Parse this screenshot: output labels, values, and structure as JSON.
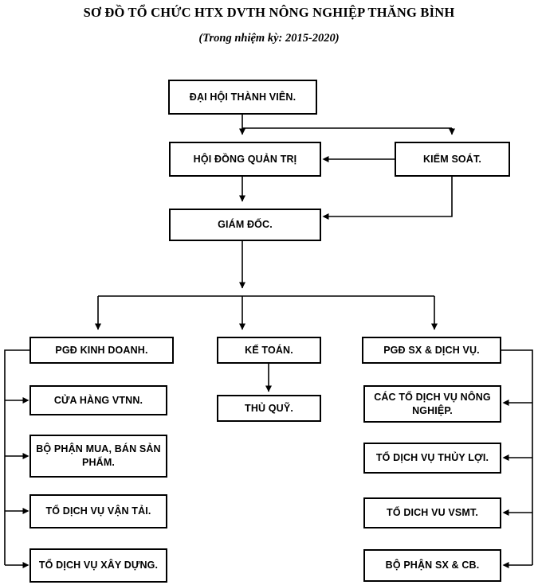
{
  "header": {
    "title": "SƠ ĐỒ TỔ CHỨC HTX DVTH NÔNG NGHIỆP THĂNG BÌNH",
    "subtitle": "(Trong nhiệm kỳ: 2015-2020)"
  },
  "colors": {
    "background": "#ffffff",
    "box_border": "#000000",
    "text": "#000000",
    "connector": "#000000"
  },
  "nodes": {
    "dai_hoi": "ĐẠI HỘI THÀNH VIÊN.",
    "hoi_dong": "HỘI ĐỒNG QUẢN TRỊ",
    "kiem_soat": "KIỂM SOÁT.",
    "giam_doc": "GIÁM ĐỐC.",
    "pgd_kinh_doanh": "PGĐ KINH DOANH.",
    "ke_toan": "KẾ TOÁN.",
    "pgd_sx_dv": "PGĐ SX & DỊCH VỤ.",
    "cua_hang": "CỬA HÀNG VTNN.",
    "bo_phan_mua_ban": "BỘ PHẬN MUA, BÁN SẢN PHẨM.",
    "to_van_tai": "TỔ DỊCH VỤ VẬN TẢI.",
    "to_xay_dung": "TỔ DỊCH VỤ XÂY DỰNG.",
    "thu_quy": "THỦ QUỸ.",
    "cac_to_nong_nghiep": "CÁC TỔ DỊCH VỤ NÔNG NGHIỆP.",
    "to_thuy_loi": "TỔ DỊCH VỤ THỦY LỢI.",
    "to_vsmt": "TỔ DICH VU VSMT.",
    "bo_phan_sx_cb": "BỘ PHẬN SX & CB."
  },
  "chart_data": {
    "type": "diagram",
    "title": "SƠ ĐỒ TỔ CHỨC HTX DVTH NÔNG NGHIỆP THĂNG BÌNH",
    "subtitle": "(Trong nhiệm kỳ: 2015-2020)",
    "levels": [
      {
        "level": 1,
        "nodes": [
          "ĐẠI HỘI THÀNH VIÊN."
        ]
      },
      {
        "level": 2,
        "nodes": [
          "HỘI ĐỒNG QUẢN TRỊ",
          "KIỂM SOÁT."
        ]
      },
      {
        "level": 3,
        "nodes": [
          "GIÁM ĐỐC."
        ]
      },
      {
        "level": 4,
        "nodes": [
          "PGĐ KINH DOANH.",
          "KẾ TOÁN.",
          "PGĐ SX & DỊCH VỤ."
        ]
      },
      {
        "level": 5,
        "nodes": [
          "CỬA HÀNG VTNN.",
          "BỘ PHẬN MUA, BÁN SẢN PHẨM.",
          "TỔ DỊCH VỤ VẬN TẢI.",
          "TỔ DỊCH VỤ XÂY DỰNG.",
          "THỦ QUỸ.",
          "CÁC TỔ DỊCH VỤ NÔNG NGHIỆP.",
          "TỔ DỊCH VỤ THỦY LỢI.",
          "TỔ DICH VU VSMT.",
          "BỘ PHẬN SX & CB."
        ]
      }
    ],
    "edges": [
      {
        "from": "ĐẠI HỘI THÀNH VIÊN.",
        "to": "HỘI ĐỒNG QUẢN TRỊ"
      },
      {
        "from": "ĐẠI HỘI THÀNH VIÊN.",
        "to": "KIỂM SOÁT."
      },
      {
        "from": "KIỂM SOÁT.",
        "to": "HỘI ĐỒNG QUẢN TRỊ"
      },
      {
        "from": "KIỂM SOÁT.",
        "to": "GIÁM ĐỐC."
      },
      {
        "from": "HỘI ĐỒNG QUẢN TRỊ",
        "to": "GIÁM ĐỐC."
      },
      {
        "from": "GIÁM ĐỐC.",
        "to": "PGĐ KINH DOANH."
      },
      {
        "from": "GIÁM ĐỐC.",
        "to": "KẾ TOÁN."
      },
      {
        "from": "GIÁM ĐỐC.",
        "to": "PGĐ SX & DỊCH VỤ."
      },
      {
        "from": "PGĐ KINH DOANH.",
        "to": "CỬA HÀNG VTNN."
      },
      {
        "from": "PGĐ KINH DOANH.",
        "to": "BỘ PHẬN MUA, BÁN SẢN PHẨM."
      },
      {
        "from": "PGĐ KINH DOANH.",
        "to": "TỔ DỊCH VỤ VẬN TẢI."
      },
      {
        "from": "PGĐ KINH DOANH.",
        "to": "TỔ DỊCH VỤ XÂY DỰNG."
      },
      {
        "from": "KẾ TOÁN.",
        "to": "THỦ QUỸ."
      },
      {
        "from": "PGĐ SX & DỊCH VỤ.",
        "to": "CÁC TỔ DỊCH VỤ NÔNG NGHIỆP."
      },
      {
        "from": "PGĐ SX & DỊCH VỤ.",
        "to": "TỔ DỊCH VỤ THỦY LỢI."
      },
      {
        "from": "PGĐ SX & DỊCH VỤ.",
        "to": "TỔ DICH VU VSMT."
      },
      {
        "from": "PGĐ SX & DỊCH VỤ.",
        "to": "BỘ PHẬN SX & CB."
      }
    ]
  }
}
